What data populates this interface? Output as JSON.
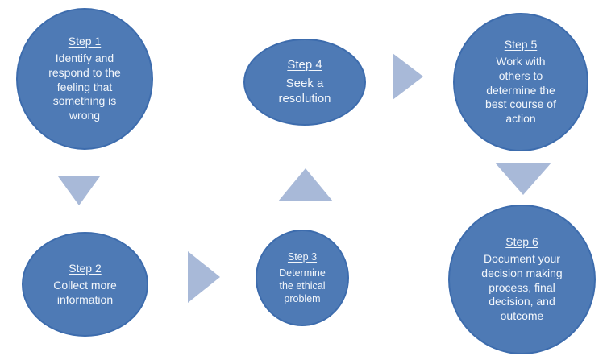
{
  "diagram": {
    "type": "process-flow",
    "description": "Six-step ethical decision making process diagram",
    "steps": [
      {
        "id": "step-1",
        "label": "Step 1",
        "text": "Identify and respond to the feeling that something is wrong"
      },
      {
        "id": "step-2",
        "label": "Step 2",
        "text": "Collect more information"
      },
      {
        "id": "step-3",
        "label": "Step 3",
        "text": "Determine the ethical problem"
      },
      {
        "id": "step-4",
        "label": "Step 4",
        "text": "Seek a resolution"
      },
      {
        "id": "step-5",
        "label": "Step 5",
        "text": "Work with others to determine the best course of action"
      },
      {
        "id": "step-6",
        "label": "Step 6",
        "text": "Document your decision making process, final decision, and outcome"
      }
    ],
    "arrows": [
      {
        "name": "arrow-1",
        "direction": "down",
        "from": "Step 1",
        "to": "Step 2"
      },
      {
        "name": "arrow-2",
        "direction": "right",
        "from": "Step 2",
        "to": "Step 3"
      },
      {
        "name": "arrow-3",
        "direction": "up",
        "from": "Step 3",
        "to": "Step 4"
      },
      {
        "name": "arrow-4",
        "direction": "right",
        "from": "Step 4",
        "to": "Step 5"
      },
      {
        "name": "arrow-5",
        "direction": "down",
        "from": "Step 5",
        "to": "Step 6"
      }
    ],
    "colors": {
      "circle_fill": "#4e7ab5",
      "circle_border": "#3d6cad",
      "arrow_fill": "#a8b9d8",
      "text": "#f2f6fb",
      "background": "#ffffff"
    }
  }
}
